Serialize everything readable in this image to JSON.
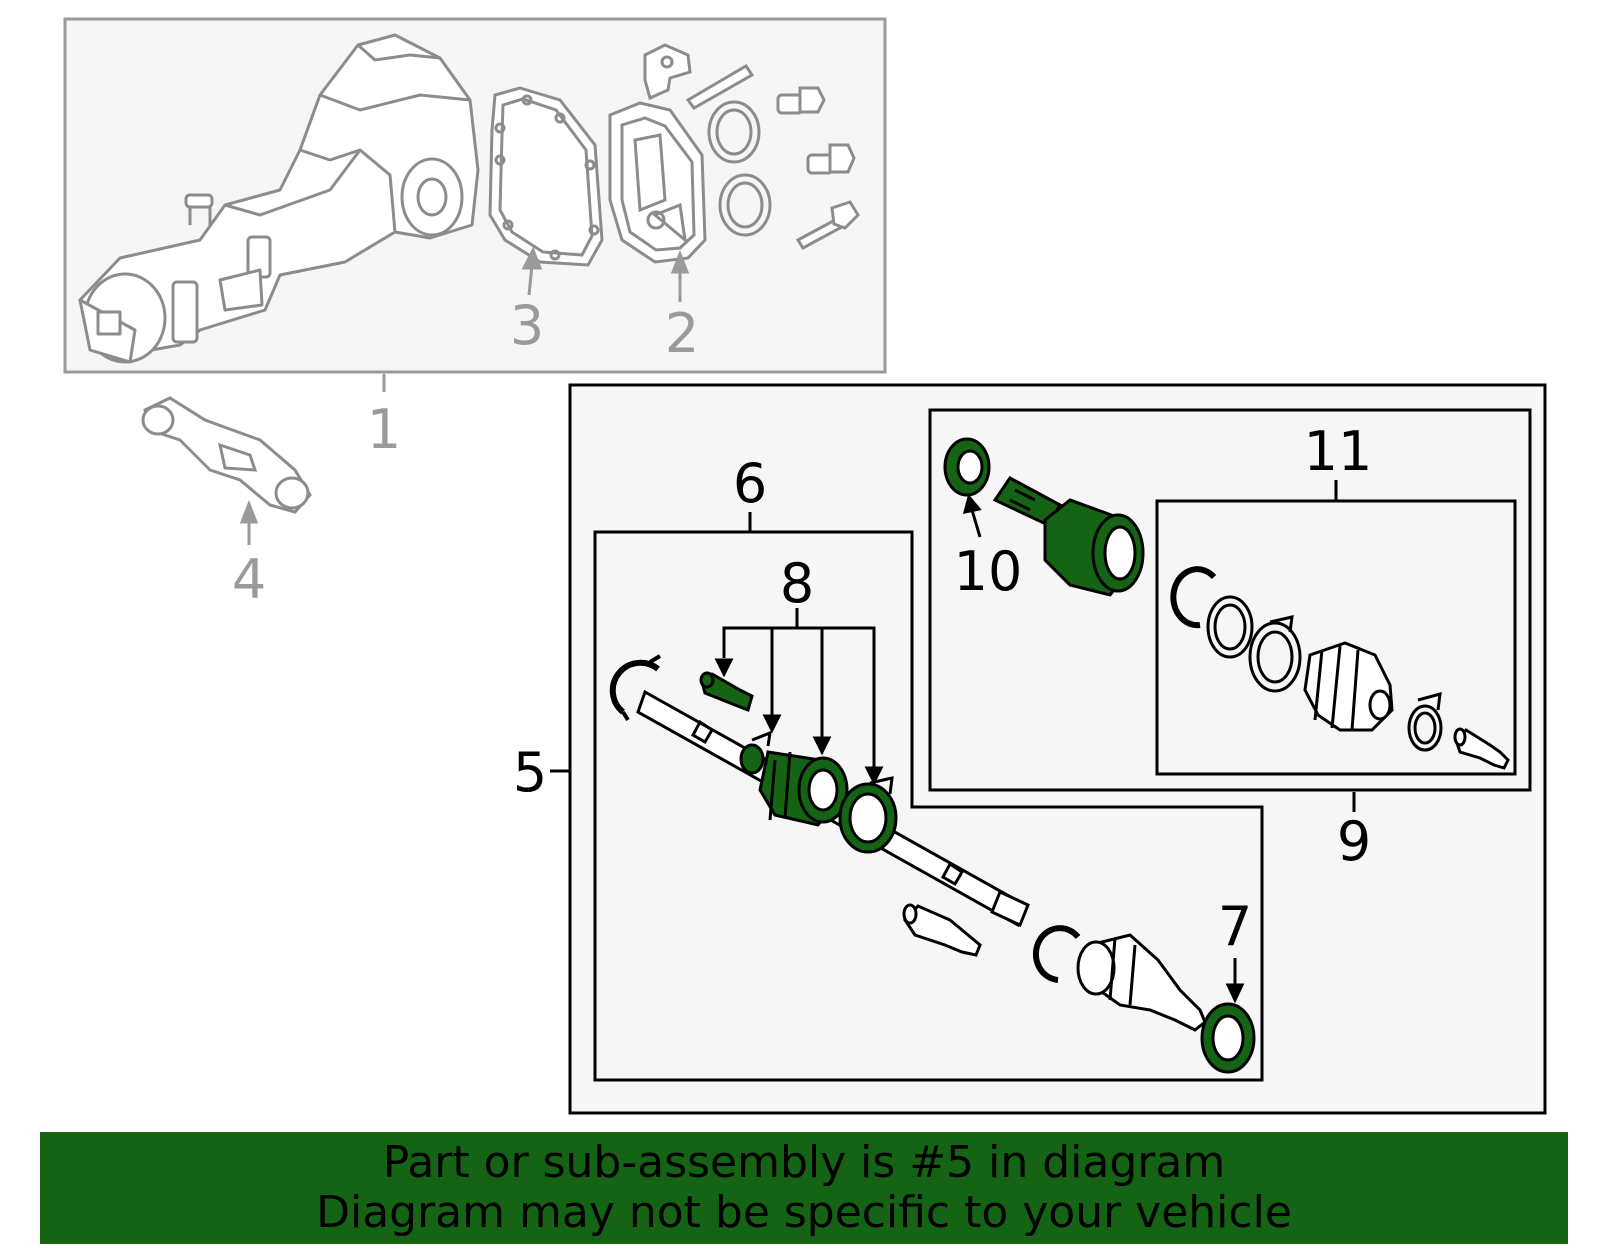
{
  "colors": {
    "highlight_part": "#156314",
    "banner_background": "#156314",
    "inactive_line": "#9a9a9a",
    "active_line": "#000000",
    "box_fill": "#f6f6f6"
  },
  "callouts": {
    "c1": "1",
    "c2": "2",
    "c3": "3",
    "c4": "4",
    "c5": "5",
    "c6": "6",
    "c7": "7",
    "c8": "8",
    "c9": "9",
    "c10": "10",
    "c11": "11"
  },
  "banner": {
    "line1": "Part or sub-assembly is #5 in diagram",
    "line2": "Diagram may not be specific to your vehicle"
  }
}
